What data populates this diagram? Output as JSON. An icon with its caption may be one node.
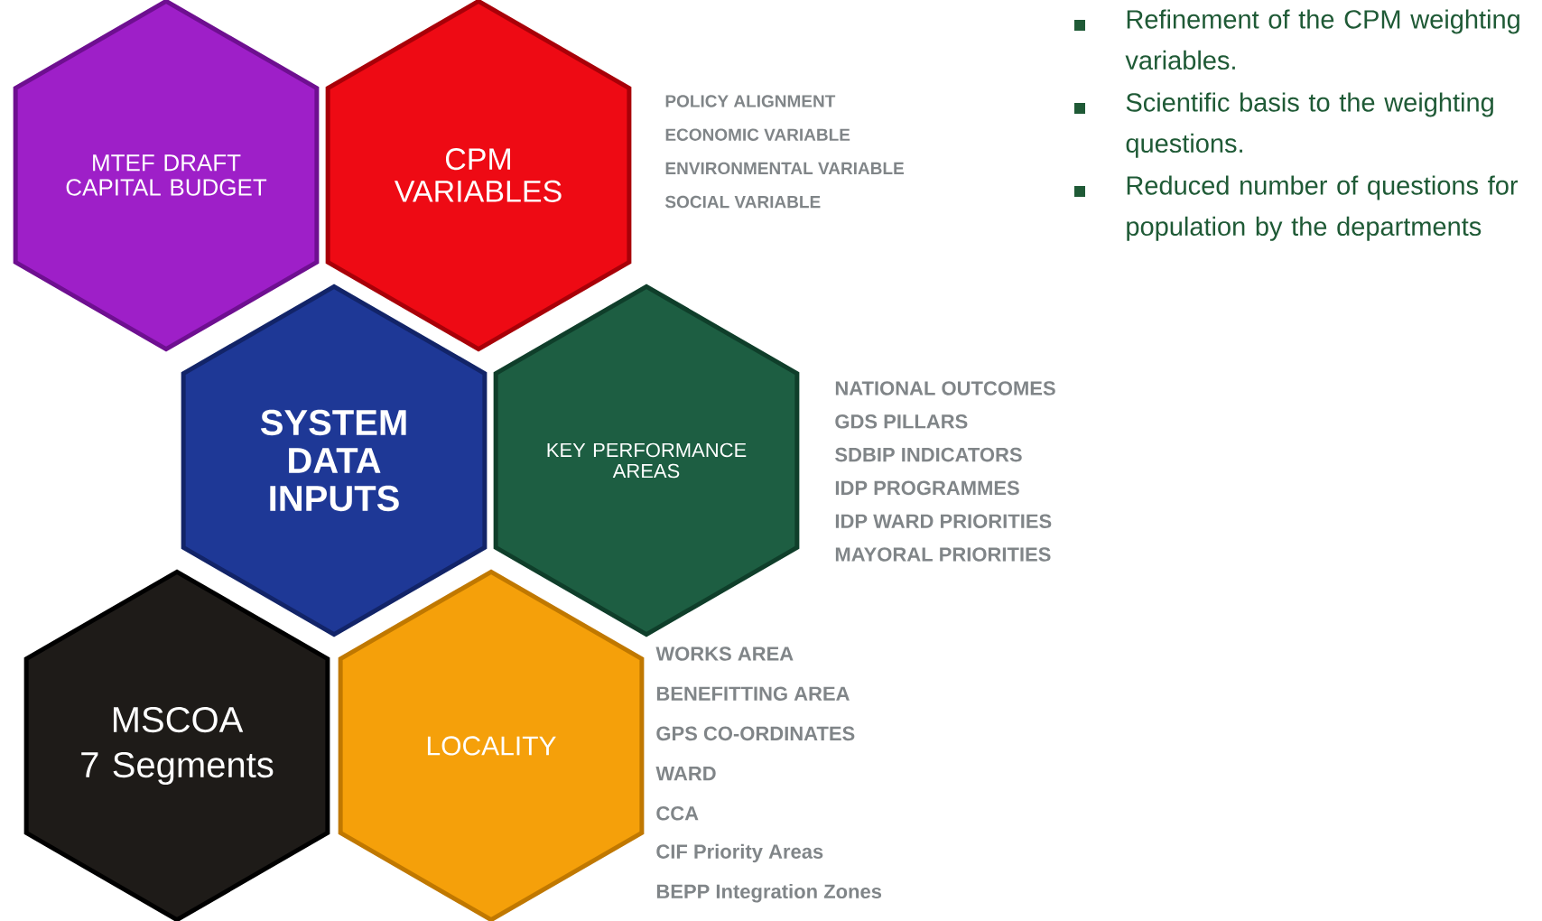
{
  "diagram": {
    "nodes": [
      {
        "text": [
          "MTEF DRAFT CAPITAL BUDGET"
        ]
      },
      {
        "text": [
          "CPM VARIABLES"
        ],
        "beside": [
          "POLICY ALIGNMENT",
          "ECONOMIC VARIABLE",
          "ENVIRONMENTAL VARIABLE",
          "SOCIAL VARIABLE"
        ]
      },
      {
        "text": [
          "SYSTEM DATA INPUTS"
        ]
      },
      {
        "text": [
          "KEY PERFORMANCE AREAS"
        ],
        "beside": [
          "NATIONAL OUTCOMES",
          "GDS PILLARS",
          "SDBIP INDICATORS",
          "IDP PROGRAMMES",
          "IDP WARD PRIORITIES",
          "MAYORAL PRIORITIES"
        ]
      },
      {
        "text": [
          "MSCOA",
          "7 Segments"
        ]
      },
      {
        "text": [
          "LOCALITY"
        ],
        "beside": [
          "WORKS AREA",
          "BENEFITTING AREA",
          "GPS CO-ORDINATES",
          "WARD",
          "CCA",
          "CIF Priority Areas",
          "BEPP Integration Zones"
        ]
      }
    ],
    "labels": [
      "Refinement of the CPM weighting variables.",
      "Scientific basis to the weighting questions.",
      "Reduced number of questions for population by the departments"
    ]
  }
}
